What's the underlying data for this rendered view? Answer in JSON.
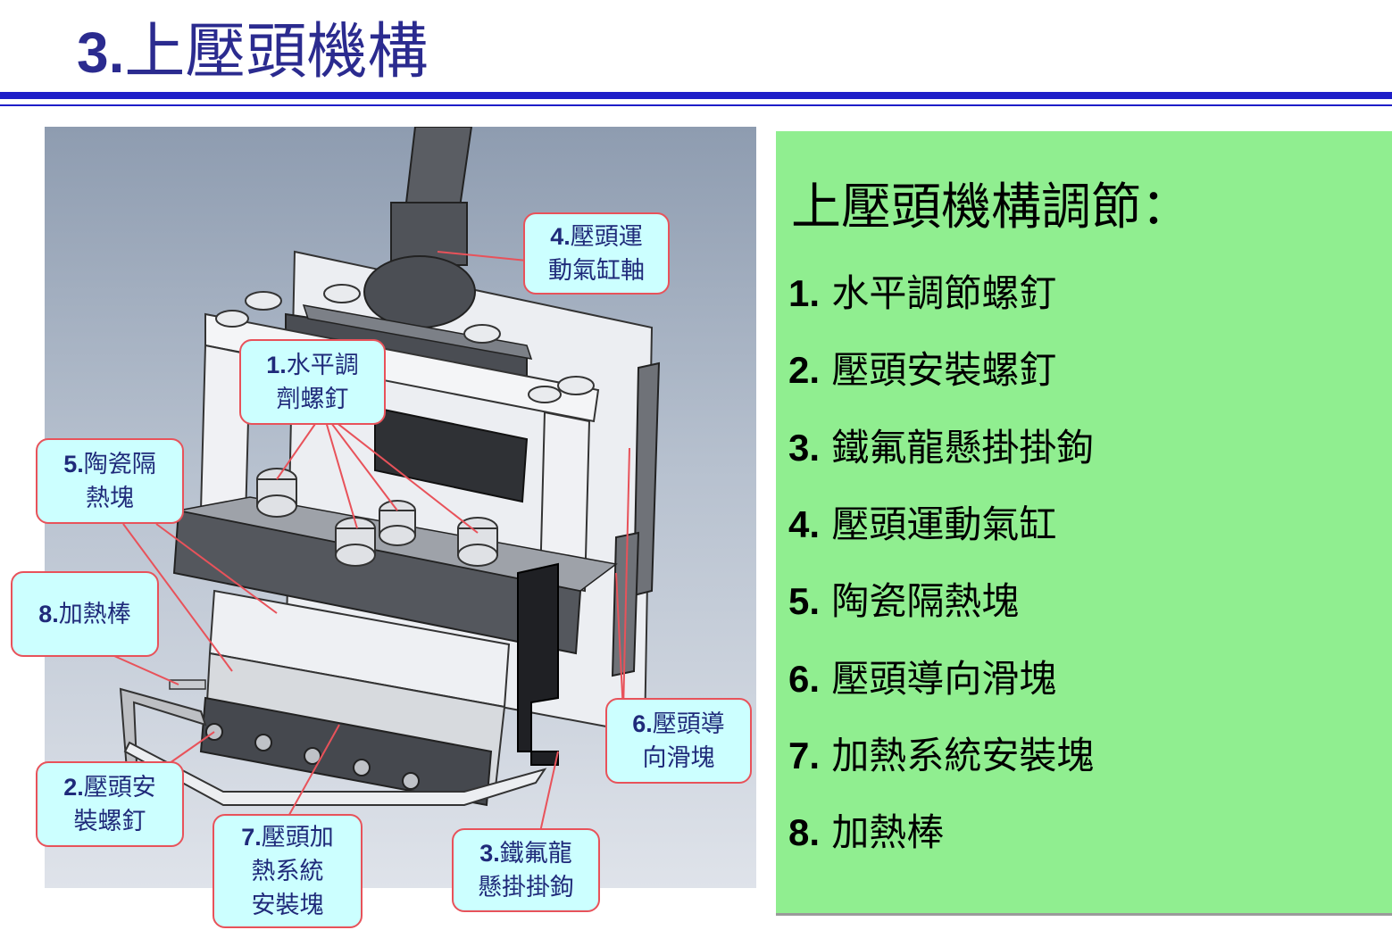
{
  "title": {
    "number": "3.",
    "text": "上壓頭機構"
  },
  "panel": {
    "heading": "上壓頭機構調節：",
    "items": [
      {
        "num": "1.",
        "text": "水平調節螺釘"
      },
      {
        "num": "2.",
        "text": "壓頭安裝螺釘"
      },
      {
        "num": "3.",
        "text": "鐵氟龍懸掛掛鉤"
      },
      {
        "num": "4.",
        "text": "壓頭運動氣缸"
      },
      {
        "num": "5.",
        "text": "陶瓷隔熱塊"
      },
      {
        "num": "6.",
        "text": "壓頭導向滑塊"
      },
      {
        "num": "7.",
        "text": "加熱系統安裝塊"
      },
      {
        "num": "8.",
        "text": "加熱棒"
      }
    ]
  },
  "callouts": [
    {
      "num": "4.",
      "text": "壓頭運\n動氣缸軸"
    },
    {
      "num": "1.",
      "text": "水平調\n劑螺釘"
    },
    {
      "num": "5.",
      "text": "陶瓷隔\n熱塊"
    },
    {
      "num": "8.",
      "text": "加熱棒"
    },
    {
      "num": "6.",
      "text": "壓頭導\n向滑塊"
    },
    {
      "num": "2.",
      "text": "壓頭安\n裝螺釘"
    },
    {
      "num": "7.",
      "text": "壓頭加\n熱系統\n安裝塊"
    },
    {
      "num": "3.",
      "text": "鐵氟龍\n懸掛掛鉤"
    }
  ],
  "colors": {
    "title": "#2b2b8f",
    "rule": "#1e1ec8",
    "panel_bg": "#90ee90",
    "callout_bg": "#ccffff",
    "callout_border": "#e8525a",
    "callout_text": "#1f2a7a"
  }
}
